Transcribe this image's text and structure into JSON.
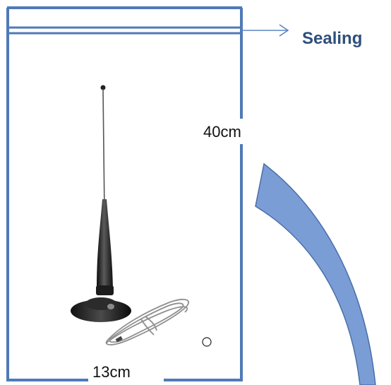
{
  "bag": {
    "width_label": "13cm",
    "height_label": "40cm",
    "seal_label": "Sealing"
  },
  "colors": {
    "bag_outline": "#4f7ab8",
    "seal_arrow": "#5b84c4",
    "curved_arrow_fill": "#7b9dd6",
    "curved_arrow_stroke": "#4a6ea8",
    "sealing_text": "#2e4f7b",
    "antenna": "#1a1a1a"
  },
  "product": {
    "image_icon": "magnetic-base-antenna-with-coiled-cable"
  }
}
